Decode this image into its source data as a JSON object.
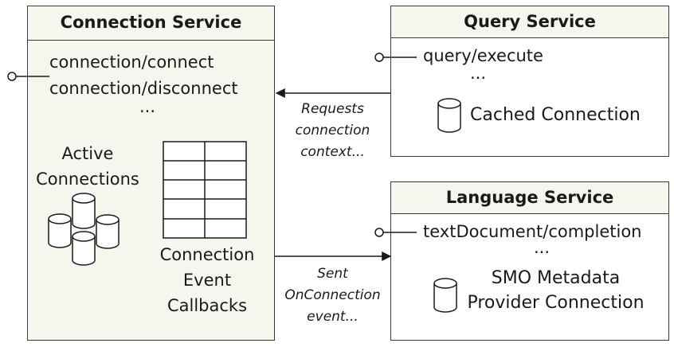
{
  "connection_service": {
    "title": "Connection Service",
    "endpoints": [
      "connection/connect",
      "connection/disconnect"
    ],
    "ellipsis": "...",
    "active_connections": [
      "Active",
      "Connections"
    ],
    "callbacks": [
      "Connection",
      "Event",
      "Callbacks"
    ]
  },
  "query_service": {
    "title": "Query Service",
    "endpoint": "query/execute",
    "ellipsis": "...",
    "cached": "Cached Connection"
  },
  "language_service": {
    "title": "Language Service",
    "endpoint": "textDocument/completion",
    "ellipsis": "...",
    "smo": [
      "SMO Metadata",
      "Provider Connection"
    ]
  },
  "arrows": {
    "requests": [
      "Requests",
      "connection",
      "context..."
    ],
    "sent": [
      "Sent",
      "OnConnection",
      "event..."
    ]
  }
}
